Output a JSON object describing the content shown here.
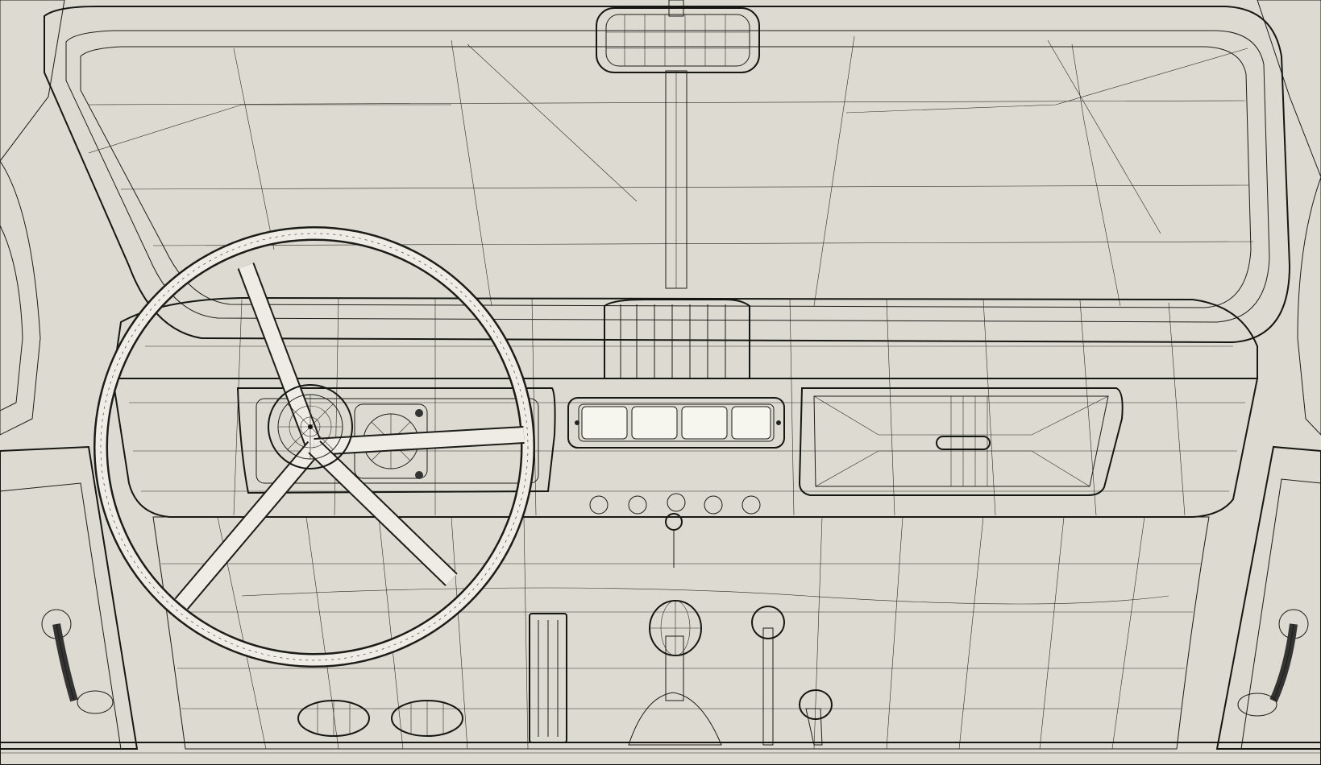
{
  "scene": {
    "subject": "",
    "render_style": "wireframe-over-shaded",
    "colors": {
      "background": "#e9e7dd",
      "surface_light": "#f4f2ea",
      "surface_mid": "#d9d7cc",
      "surface_dark": "#a8a69c",
      "wire": "#1c1c18"
    },
    "parts": [
      "windshield-frame",
      "rearview-mirror",
      "dashboard",
      "steering-wheel",
      "instrument-cluster",
      "center-vent",
      "radio-panel",
      "dash-knobs",
      "glovebox",
      "gear-shifter",
      "handbrake-lever",
      "pedals",
      "door-panels",
      "window-cranks"
    ]
  }
}
